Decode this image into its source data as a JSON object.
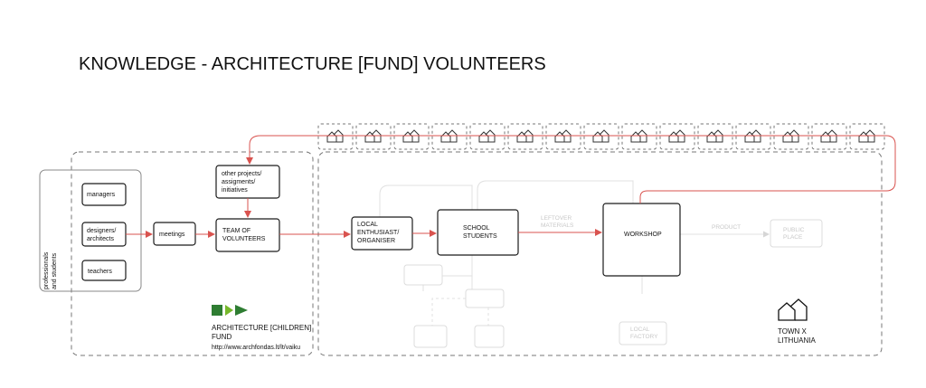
{
  "title": "KNOWLEDGE - ARCHITECTURE [FUND] VOLUNTEERS",
  "professionals_group": {
    "label_lines": [
      "professionals",
      "and students"
    ],
    "items": [
      {
        "lines": [
          "managers"
        ]
      },
      {
        "lines": [
          "designers/",
          "architects"
        ]
      },
      {
        "lines": [
          "teachers"
        ]
      }
    ]
  },
  "meetings": {
    "lines": [
      "meetings"
    ]
  },
  "other_projects": {
    "lines": [
      "other projects/",
      "assigments/",
      "initiatives"
    ]
  },
  "team": {
    "lines": [
      "TEAM OF",
      "VOLUNTEERS"
    ]
  },
  "local": {
    "lines": [
      "LOCAL",
      "ENTHUSIAST/",
      "ORGANISER"
    ]
  },
  "school": {
    "lines": [
      "SCHOOL",
      "STUDENTS"
    ]
  },
  "workshop": {
    "lines": [
      "WORKSHOP"
    ]
  },
  "leftover_label": {
    "lines": [
      "LEFTOVER",
      "MATERIALS"
    ]
  },
  "product_label": {
    "lines": [
      "PRODUCT"
    ]
  },
  "public_place": {
    "lines": [
      "PUBLIC",
      "PLACE"
    ]
  },
  "local_factory": {
    "lines": [
      "LOCAL",
      "FACTORY"
    ]
  },
  "fund": {
    "name_lines": [
      "ARCHITECTURE [CHILDREN]",
      "FUND"
    ],
    "url": "http://www.archfondas.lt/lt/vaiku",
    "logo_colors": [
      "#2e7d32",
      "#76b82a"
    ]
  },
  "town": {
    "lines": [
      "TOWN X",
      "LITHUANIA"
    ]
  },
  "colors": {
    "accent": "#d9534f",
    "box_border": "#1a1a1a",
    "dashed": "#777777",
    "faint": "#d6d6d6"
  },
  "icons": {
    "house": "house-icon"
  }
}
